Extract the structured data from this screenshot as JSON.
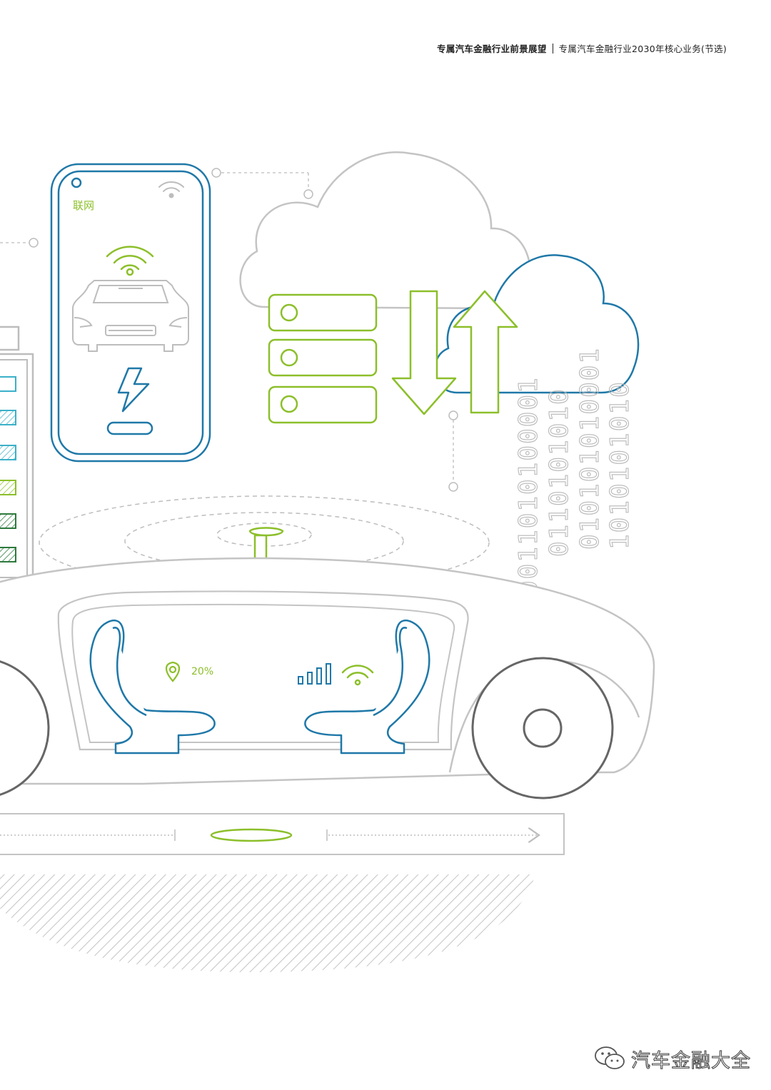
{
  "header": {
    "section": "专属汽车金融行业前景展望",
    "subsection": "专属汽车金融行业2030年核心业务(节选)"
  },
  "phone": {
    "label": "联网",
    "icons": [
      "wifi-icon",
      "car-icon",
      "lightning-icon"
    ]
  },
  "dashboard": {
    "location_percent": "20%",
    "icons": [
      "location-pin-icon",
      "signal-bars-icon",
      "wifi-icon"
    ]
  },
  "binary_columns": [
    "0011010100001",
    "0110101010",
    "010101010001",
    "1010101010"
  ],
  "watermark": {
    "text": "汽车金融大全"
  },
  "colors": {
    "blue": "#1f78a8",
    "green": "#8cbf2a",
    "dark_green": "#2d7a3d",
    "gray": "#bdbdbd"
  }
}
